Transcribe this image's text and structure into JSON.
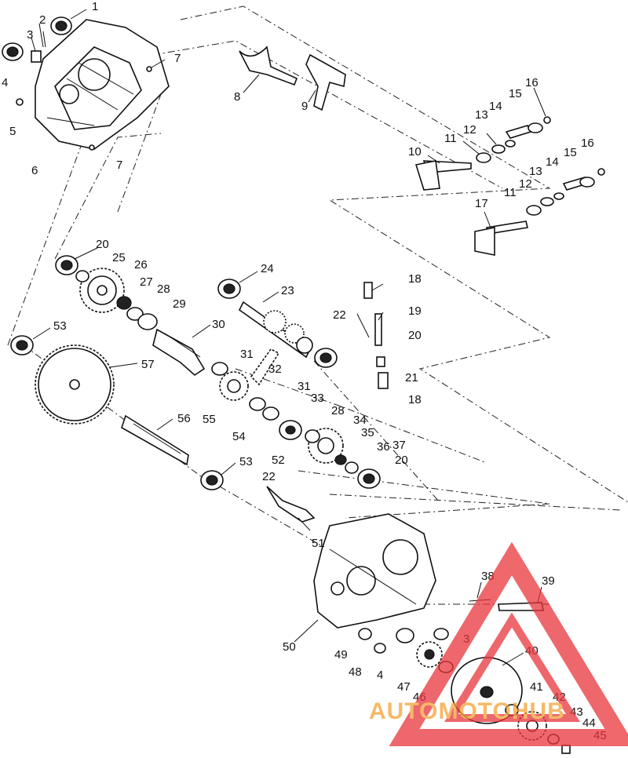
{
  "diagram": {
    "callouts": [
      "1",
      "2",
      "3",
      "4",
      "5",
      "6",
      "7",
      "7",
      "8",
      "9",
      "10",
      "11",
      "12",
      "13",
      "14",
      "15",
      "16",
      "11",
      "12",
      "13",
      "14",
      "15",
      "16",
      "17",
      "18",
      "19",
      "20",
      "22",
      "21",
      "18",
      "20",
      "25",
      "26",
      "27",
      "28",
      "29",
      "24",
      "23",
      "30",
      "53",
      "57",
      "31",
      "32",
      "31",
      "33",
      "28",
      "34",
      "35",
      "36",
      "37",
      "20",
      "55",
      "54",
      "52",
      "56",
      "53",
      "22",
      "51",
      "50",
      "38",
      "39",
      "3",
      "40",
      "49",
      "48",
      "4",
      "47",
      "46",
      "41",
      "42",
      "43",
      "44",
      "45"
    ]
  },
  "watermark": {
    "brand": "AUTOMOTOHUB",
    "colors": {
      "primary": "#e8353b",
      "secondary": "#f3a233"
    }
  }
}
